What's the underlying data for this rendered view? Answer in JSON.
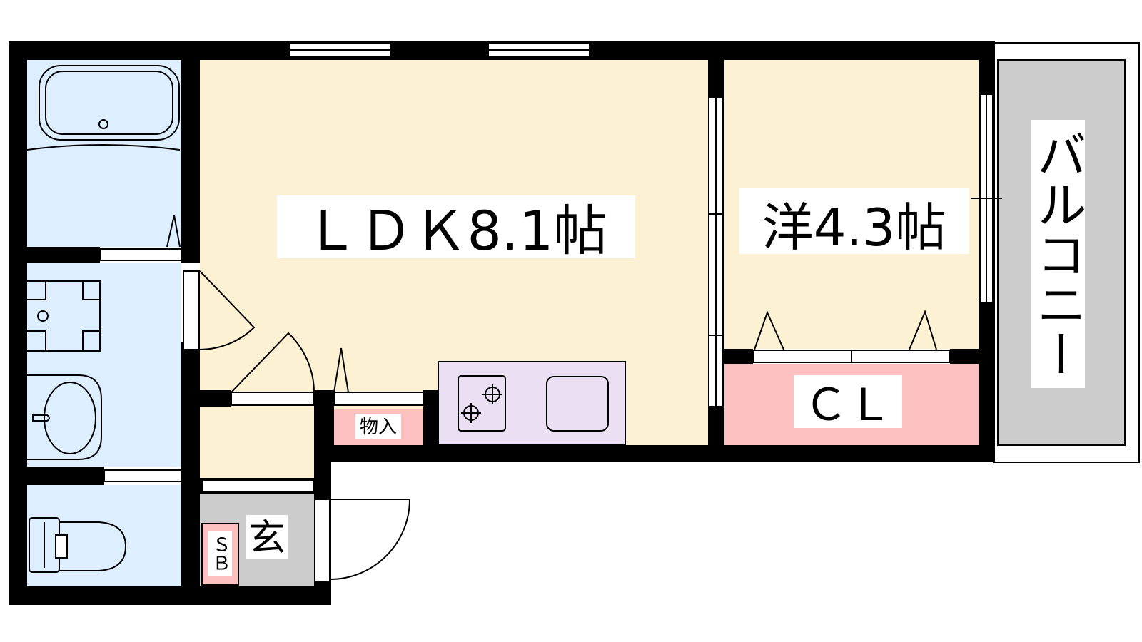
{
  "rooms": {
    "ldk": {
      "label": "ＬＤＫ8.1帖"
    },
    "western": {
      "label": "洋4.3帖"
    },
    "closet": {
      "label": "ＣＬ"
    },
    "storage": {
      "label": "物入"
    },
    "entrance": {
      "label": "玄"
    },
    "shoe_box": {
      "label": "ＳＢ"
    },
    "balcony": {
      "label": "バルコニー"
    }
  },
  "colors": {
    "wall": "#000000",
    "living": "#fdf1d3",
    "wet_area": "#ddeeff",
    "kitchen": "#ebe0f3",
    "closet": "#fcc0c0",
    "floor_gray": "#cccccc",
    "window": "#ffffff"
  },
  "icons": [
    "bathtub-icon",
    "washing-machine-icon",
    "washbasin-icon",
    "toilet-icon",
    "stove-icon",
    "sink-icon",
    "door-swing-icon",
    "window-icon"
  ]
}
